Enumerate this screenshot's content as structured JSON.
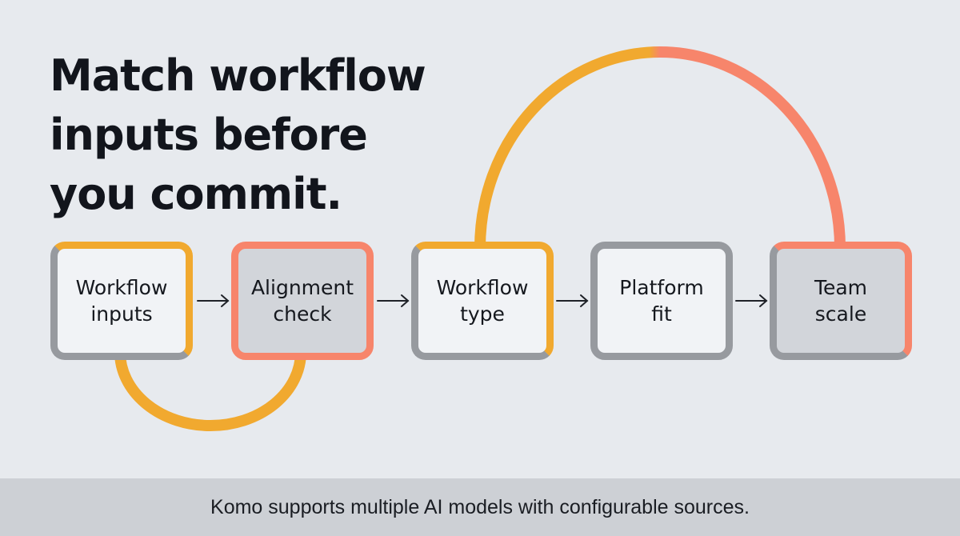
{
  "headline": {
    "lines": [
      "Match workflow",
      "inputs before",
      "you commit."
    ]
  },
  "flow": {
    "nodes": [
      {
        "line1": "Workflow",
        "line2": "inputs"
      },
      {
        "line1": "Alignment",
        "line2": "check"
      },
      {
        "line1": "Workflow",
        "line2": "type"
      },
      {
        "line1": "Platform",
        "line2": "fit"
      },
      {
        "line1": "Team",
        "line2": "scale"
      }
    ]
  },
  "footer": {
    "text": "Komo supports multiple AI models with configurable sources."
  },
  "colors": {
    "background": "#e7eaee",
    "orange": "#f1a92f",
    "coral": "#f7856b",
    "gray": "#979a9f",
    "footer_bar": "#cdd0d5"
  }
}
